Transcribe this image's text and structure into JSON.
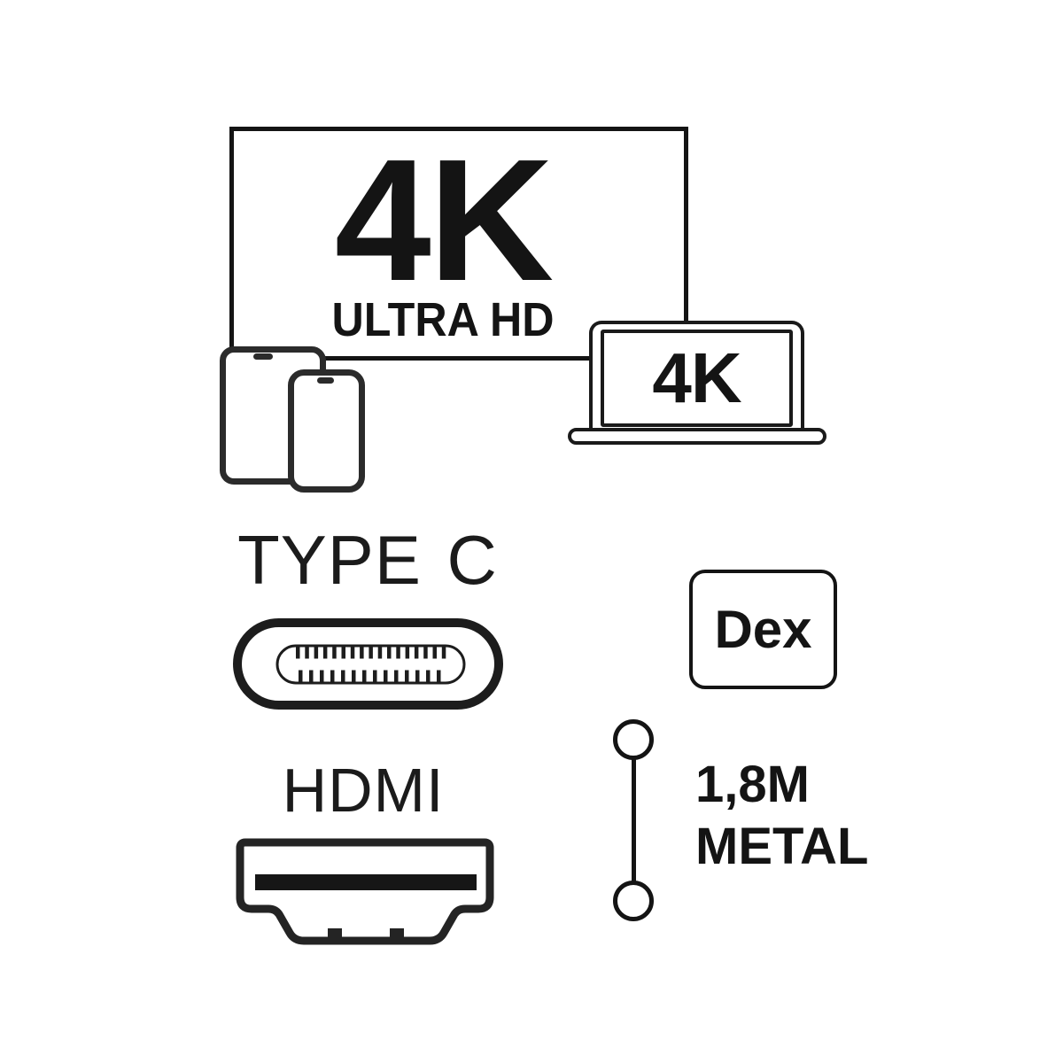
{
  "colors": {
    "background": "#ffffff",
    "ink": "#141414",
    "device_stroke": "#2b2b2b"
  },
  "tv": {
    "resolution_label": "4K",
    "quality_label": "ULTRA HD"
  },
  "laptop": {
    "resolution_label": "4K"
  },
  "usb_c": {
    "title": "TYPE C"
  },
  "hdmi": {
    "title": "HDMI"
  },
  "dex": {
    "label": "Dex"
  },
  "cable": {
    "length_label": "1,8M",
    "material_label": "METAL"
  },
  "icons": {
    "tv": "tv-screen-icon",
    "tablet": "tablet-icon",
    "phone": "smartphone-icon",
    "laptop": "laptop-icon",
    "usb_c_port": "usb-c-connector-icon",
    "hdmi_port": "hdmi-connector-icon",
    "cable": "cable-length-icon"
  }
}
